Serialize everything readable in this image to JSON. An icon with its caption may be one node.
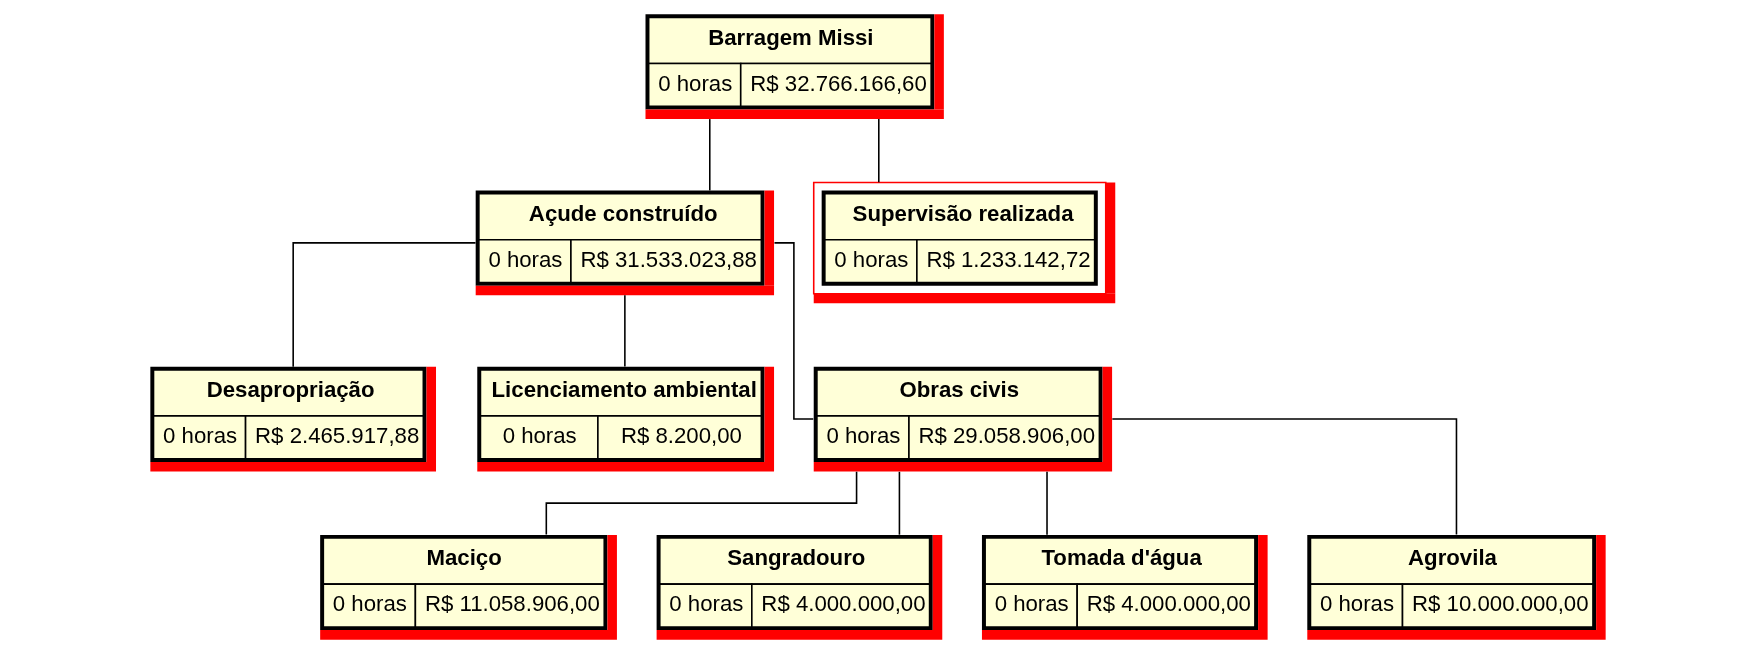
{
  "diagram": {
    "nodes": [
      {
        "text": [
          "Barragem Missi",
          "0 horas",
          "R$ 32.766.166,60"
        ]
      },
      {
        "text": [
          "Açude construído",
          "0 horas",
          "R$ 31.533.023,88"
        ]
      },
      {
        "text": [
          "Supervisão realizada",
          "0 horas",
          "R$ 1.233.142,72"
        ]
      },
      {
        "text": [
          "Desapropriação",
          "0 horas",
          "R$ 2.465.917,88"
        ]
      },
      {
        "text": [
          "Licenciamento ambiental",
          "0 horas",
          "R$ 8.200,00"
        ]
      },
      {
        "text": [
          "Obras civis",
          "0 horas",
          "R$ 29.058.906,00"
        ]
      },
      {
        "text": [
          "Maciço",
          "0 horas",
          "R$ 11.058.906,00"
        ]
      },
      {
        "text": [
          "Sangradouro",
          "0 horas",
          "R$ 4.000.000,00"
        ]
      },
      {
        "text": [
          "Tomada d'água",
          "0 horas",
          "R$ 4.000.000,00"
        ]
      },
      {
        "text": [
          "Agrovila",
          "0 horas",
          "R$ 10.000.000,00"
        ]
      }
    ],
    "edges": [
      {
        "from": 0,
        "to": 1,
        "arrow": "none"
      },
      {
        "from": 0,
        "to": 2,
        "arrow": "none"
      },
      {
        "from": 1,
        "to": 3,
        "arrow": "none"
      },
      {
        "from": 1,
        "to": 4,
        "arrow": "none"
      },
      {
        "from": 1,
        "to": 5,
        "arrow": "none"
      },
      {
        "from": 5,
        "to": 6,
        "arrow": "none"
      },
      {
        "from": 5,
        "to": 7,
        "arrow": "none"
      },
      {
        "from": 5,
        "to": 8,
        "arrow": "none"
      },
      {
        "from": 5,
        "to": 9,
        "arrow": "none"
      }
    ]
  }
}
